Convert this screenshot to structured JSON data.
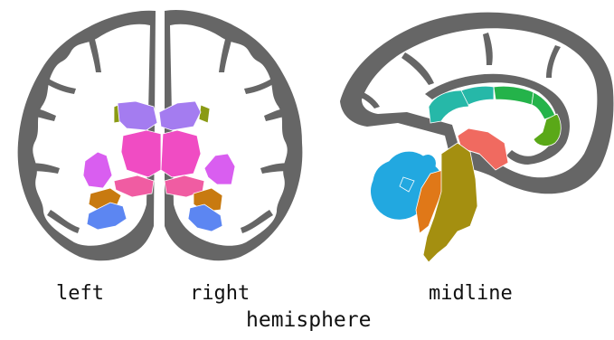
{
  "labels": {
    "left": "left",
    "right": "right",
    "midline": "midline",
    "axis_title": "hemisphere"
  },
  "colors": {
    "cortex_gray": "#666666",
    "white_matter": "#ffffff",
    "caudate_violet": "#a47cf0",
    "nucleus_accumbens_olive": "#8a9a14",
    "thalamus_putamen_magenta": "#f04cc3",
    "pallidum_pink": "#ff5ec8",
    "insula_violet": "#d95ef0",
    "amygdala_orange": "#c87a10",
    "hippocampus_blue": "#5c86f2",
    "hypothalamus_pink": "#f05ca2",
    "corpus_callosum_teal": "#26b8a8",
    "corpus_callosum_green": "#24b34a",
    "corpus_callosum_lime": "#5aa818",
    "thalamus_salmon": "#f06a60",
    "cerebellum_cyan": "#22a8e0",
    "brainstem_olive": "#a48f10",
    "pons_orange": "#e07818"
  }
}
